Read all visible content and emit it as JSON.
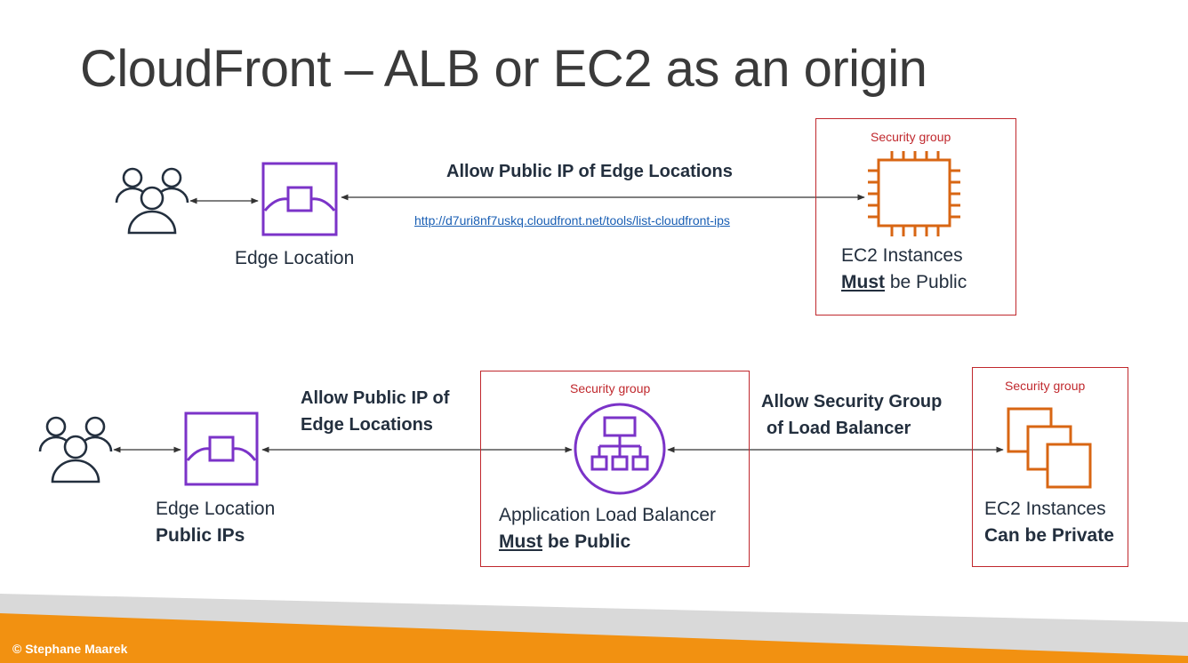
{
  "slide": {
    "title": "CloudFront – ALB or EC2 as an origin",
    "copyright": "© Stephane Maarek"
  },
  "top_row": {
    "edge_location_label": "Edge Location",
    "arrow_label": "Allow Public IP of Edge Locations",
    "link": "http://d7uri8nf7uskq.cloudfront.net/tools/list-cloudfront-ips",
    "security_group_label": "Security group",
    "ec2_label": "EC2 Instances",
    "ec2_must": "Must",
    "ec2_be_public": " be Public"
  },
  "bottom_row": {
    "edge_location_label": "Edge Location",
    "edge_public_ips": "Public IPs",
    "arrow_label_line1": "Allow Public IP of",
    "arrow_label_line2": "Edge Locations",
    "alb_security_group_label": "Security group",
    "alb_label": "Application Load Balancer",
    "alb_must": "Must",
    "alb_be_public": " be Public",
    "sg_arrow_line1": "Allow Security Group",
    "sg_arrow_line2": "of Load Balancer",
    "ec2_security_group_label": "Security group",
    "ec2_label": "EC2 Instances",
    "ec2_private": "Can be Private"
  },
  "colors": {
    "purple": "#7b33c8",
    "orange": "#d86613",
    "security_red": "#c0282d",
    "footer_orange": "#f29111"
  }
}
